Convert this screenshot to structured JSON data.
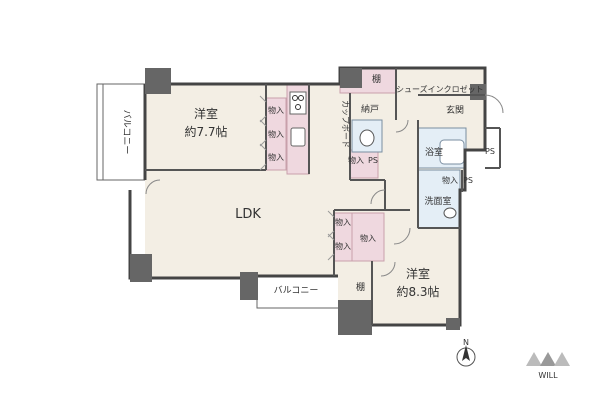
{
  "plan": {
    "rooms": {
      "western_a_name": "洋室",
      "western_a_size": "約7.7帖",
      "ldk": "LDK",
      "western_b_name": "洋室",
      "western_b_size": "約8.3帖",
      "bath": "浴室",
      "washroom": "洗面室",
      "entrance": "玄関",
      "nando": "納戸"
    },
    "labels": {
      "balcony_left": "バルコニー",
      "balcony_bottom": "バルコニー",
      "cupboard": "カップボード",
      "shoe_closet": "シューズインクロゼット",
      "shelf": "棚",
      "storage": "物入",
      "ps": "PS"
    },
    "north": "N",
    "logo_text": "WILL"
  }
}
